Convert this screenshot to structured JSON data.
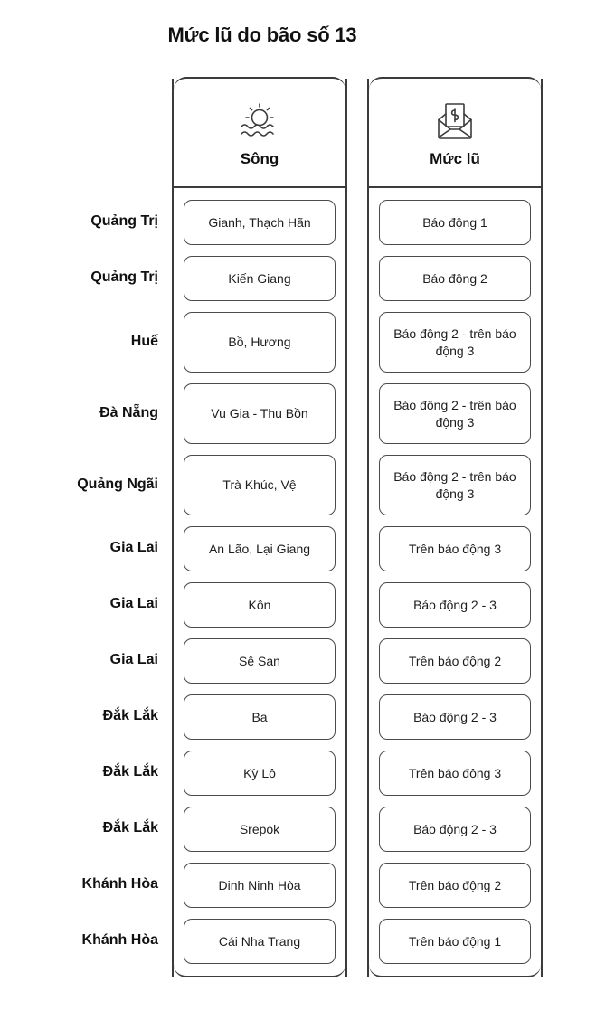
{
  "title": "Mức lũ do bão số 13",
  "columns": [
    {
      "key": "song",
      "label": "Sông",
      "icon": "sun-over-waves-icon"
    },
    {
      "key": "muclu",
      "label": "Mức lũ",
      "icon": "envelope-letter-icon"
    }
  ],
  "rows": [
    {
      "province": "Quảng Trị",
      "river": "Gianh, Thạch Hãn",
      "level": "Báo động 1",
      "tall": false
    },
    {
      "province": "Quảng Trị",
      "river": "Kiến Giang",
      "level": "Báo động 2",
      "tall": false
    },
    {
      "province": "Huế",
      "river": "Bồ, Hương",
      "level": "Báo động 2 - trên báo động 3",
      "tall": true
    },
    {
      "province": "Đà Nẵng",
      "river": "Vu Gia - Thu Bồn",
      "level": "Báo động 2 - trên báo động 3",
      "tall": true
    },
    {
      "province": "Quảng Ngãi",
      "river": "Trà Khúc, Vệ",
      "level": "Báo động 2 - trên báo động 3",
      "tall": true
    },
    {
      "province": "Gia Lai",
      "river": "An Lão, Lại Giang",
      "level": "Trên báo động 3",
      "tall": false
    },
    {
      "province": "Gia Lai",
      "river": "Kôn",
      "level": "Báo động 2 - 3",
      "tall": false
    },
    {
      "province": "Gia Lai",
      "river": "Sê San",
      "level": "Trên báo động 2",
      "tall": false
    },
    {
      "province": "Đắk Lắk",
      "river": "Ba",
      "level": "Báo động 2 - 3",
      "tall": false
    },
    {
      "province": "Đắk Lắk",
      "river": "Kỳ Lộ",
      "level": "Trên báo động 3",
      "tall": false
    },
    {
      "province": "Đắk Lắk",
      "river": "Srepok",
      "level": "Báo động 2 - 3",
      "tall": false
    },
    {
      "province": "Khánh Hòa",
      "river": "Dinh Ninh Hòa",
      "level": "Trên báo động 2",
      "tall": false
    },
    {
      "province": "Khánh Hòa",
      "river": "Cái Nha Trang",
      "level": "Trên báo động 1",
      "tall": false
    }
  ],
  "colors": {
    "background": "#ffffff",
    "text": "#111111",
    "border": "#3b3b3b",
    "cell_border": "#4a4a4a"
  }
}
